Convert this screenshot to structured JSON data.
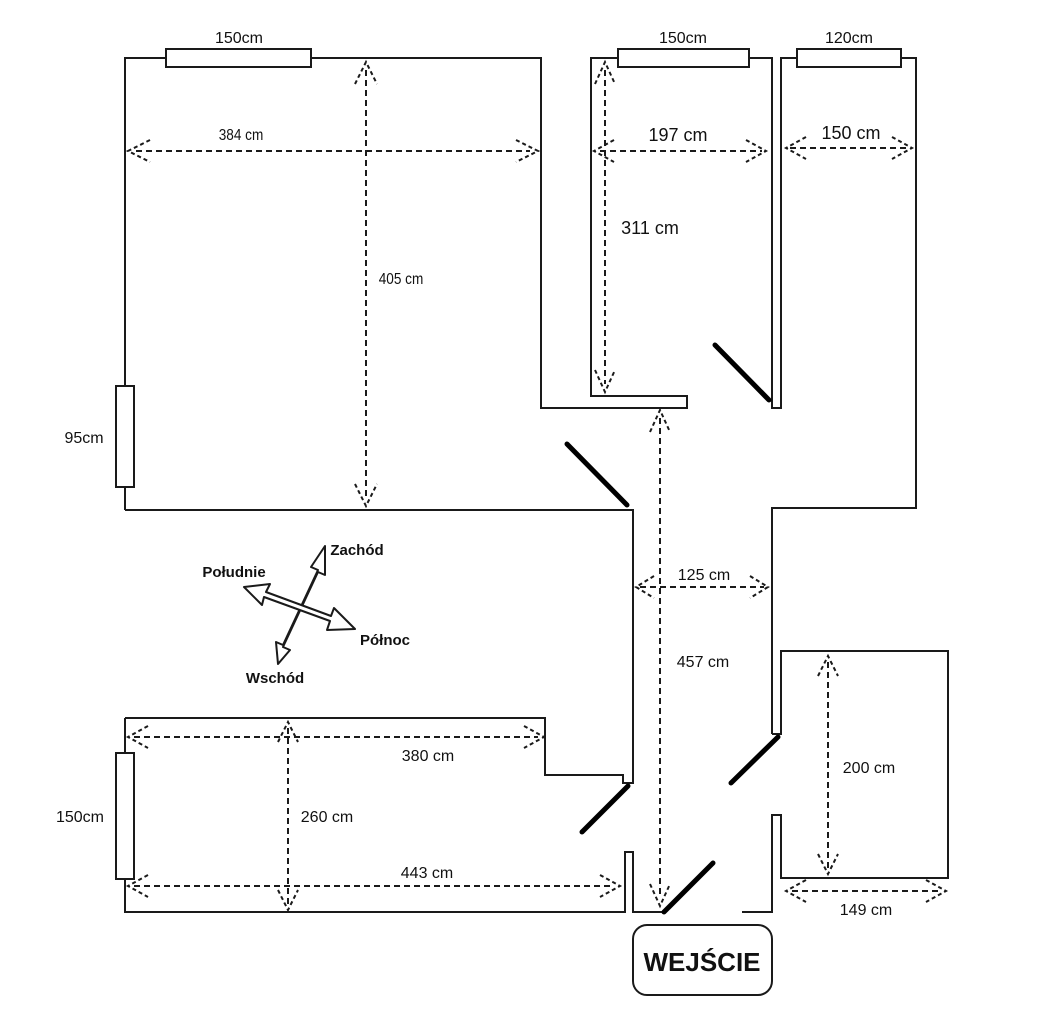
{
  "windows": {
    "room1_top": "150cm",
    "room2_top": "150cm",
    "room3_top": "120cm",
    "room1_left": "95cm",
    "room5_left": "150cm"
  },
  "dimensions": {
    "room1_width": "384 cm",
    "room1_height": "405 cm",
    "room2_width": "197 cm",
    "room2_height": "311 cm",
    "room3_width": "150 cm",
    "hall_width": "125 cm",
    "hall_length": "457 cm",
    "room5_width_top": "380 cm",
    "room5_height": "260 cm",
    "room5_width_bottom": "443 cm",
    "bath_height": "200 cm",
    "bath_width": "149 cm"
  },
  "compass": {
    "west": "Zachód",
    "south": "Południe",
    "north": "Północ",
    "east": "Wschód"
  },
  "entrance": "WEJŚCIE"
}
